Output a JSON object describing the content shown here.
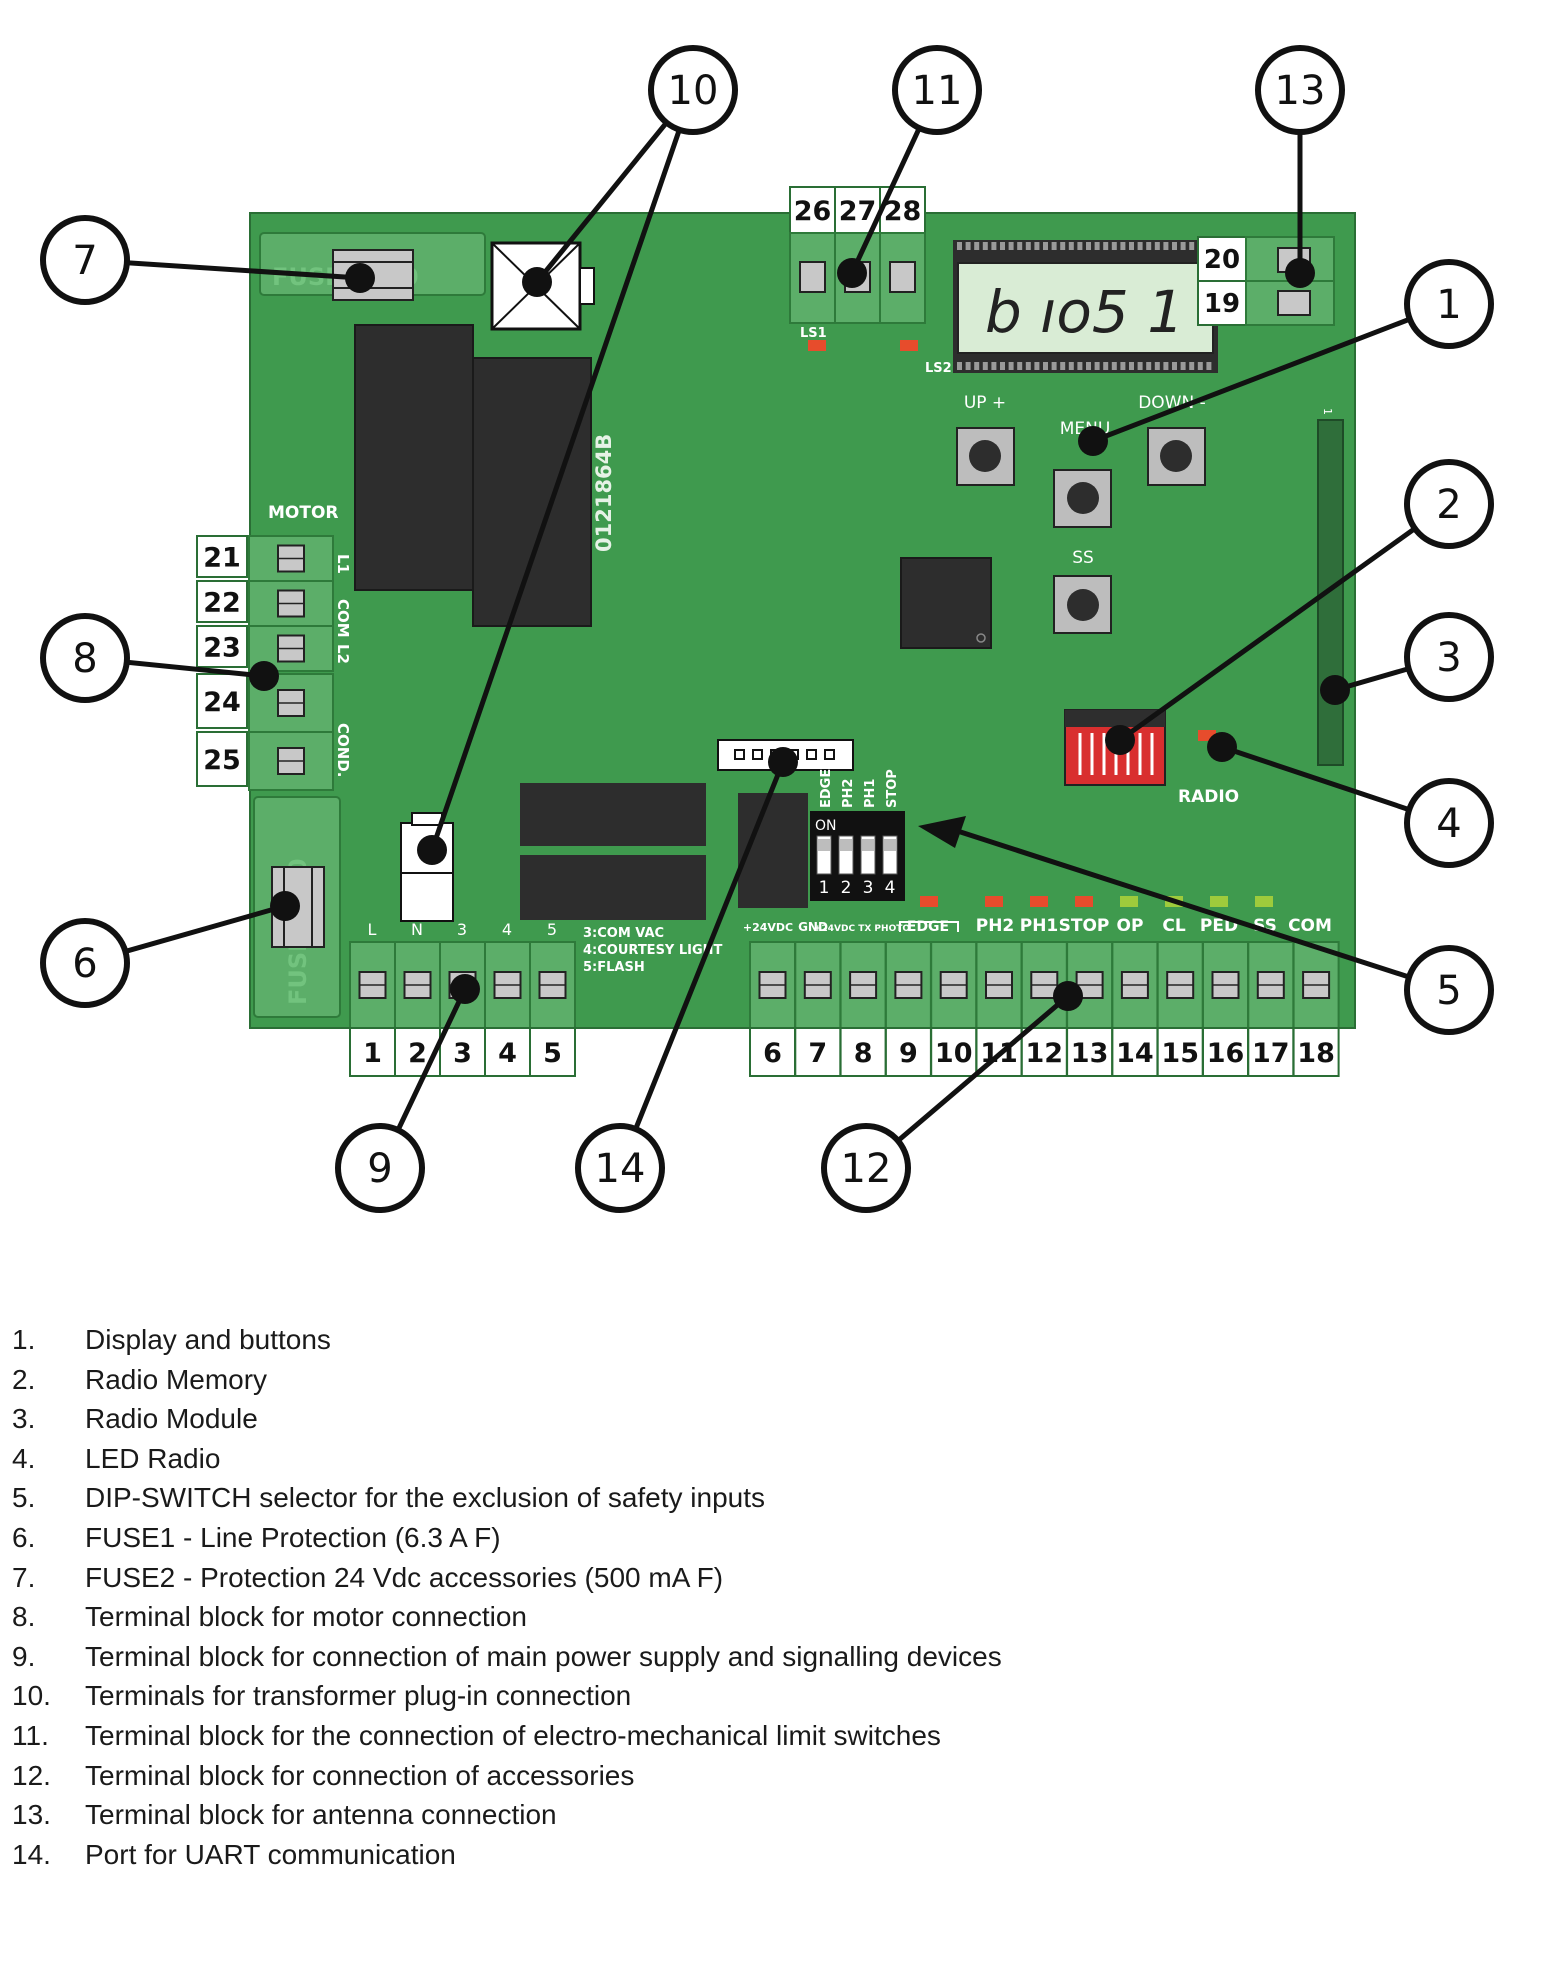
{
  "board": {
    "motor_label": "MOTOR",
    "motor_terminal_labels": [
      "L1",
      "COM",
      "L2",
      "COND."
    ],
    "left_terminals": [
      "21",
      "22",
      "23",
      "24",
      "25"
    ],
    "limit_terminals": [
      "26",
      "27",
      "28"
    ],
    "antenna_terminals": [
      "20",
      "19"
    ],
    "display_text": "b ıo5  1",
    "ls1_label": "LS1",
    "ls2_label": "LS2",
    "chip_code": "0121864B",
    "fuse1_text": "FUSE 5X20",
    "fuse2_text": "FUSE 5X20",
    "button_up": "UP +",
    "button_menu": "MENU",
    "button_down": "DOWN -",
    "button_ss": "SS",
    "radio_label": "RADIO",
    "dip_on": "ON",
    "dip_numbers": [
      "1",
      "2",
      "3",
      "4"
    ],
    "dip_labels": [
      "EDGE",
      "PH2",
      "PH1",
      "STOP"
    ],
    "power_header_labels": [
      "L",
      "N",
      "3",
      "4",
      "5"
    ],
    "power_notes": [
      "3:COM VAC",
      "4:COURTESY LIGHT",
      "5:FLASH"
    ],
    "power_terminals": [
      "1",
      "2",
      "3",
      "4",
      "5"
    ],
    "acc_header_labels": [
      "+24VDC",
      "GND",
      "+24VDC TX PHOTO",
      "EDGE",
      "PH2",
      "PH1",
      "STOP",
      "OP",
      "CL",
      "PED",
      "SS",
      "COM"
    ],
    "acc_terminals": [
      "6",
      "7",
      "8",
      "9",
      "10",
      "11",
      "12",
      "13",
      "14",
      "15",
      "16",
      "17",
      "18"
    ],
    "callouts": [
      "1",
      "2",
      "3",
      "4",
      "5",
      "6",
      "7",
      "8",
      "9",
      "10",
      "11",
      "12",
      "13",
      "14"
    ]
  },
  "legend": [
    {
      "num": "1.",
      "text": "Display and buttons"
    },
    {
      "num": "2.",
      "text": "Radio Memory"
    },
    {
      "num": "3.",
      "text": "Radio Module"
    },
    {
      "num": "4.",
      "text": "LED Radio"
    },
    {
      "num": "5.",
      "text": "DIP-SWITCH selector for the exclusion of safety inputs"
    },
    {
      "num": "6.",
      "text": "FUSE1 - Line Protection (6.3 A F)"
    },
    {
      "num": "7.",
      "text": "FUSE2 - Protection 24 Vdc accessories (500 mA F)"
    },
    {
      "num": "8.",
      "text": "Terminal block for motor connection"
    },
    {
      "num": "9.",
      "text": "Terminal block for connection of main power supply and signalling devices"
    },
    {
      "num": "10.",
      "text": "Terminals for transformer plug-in connection"
    },
    {
      "num": "11.",
      "text": "Terminal block for the connection of electro-mechanical limit switches"
    },
    {
      "num": "12.",
      "text": "Terminal block for connection of accessories"
    },
    {
      "num": "13.",
      "text": "Terminal block for antenna connection"
    },
    {
      "num": "14.",
      "text": "Port for UART communication"
    }
  ]
}
